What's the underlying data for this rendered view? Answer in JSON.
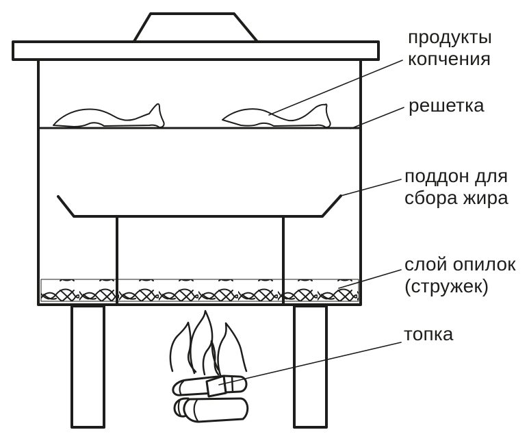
{
  "figure": {
    "kind": "line-diagram",
    "subject": "smokehouse-cross-section",
    "background_color": "#ffffff",
    "line_color": "#1d1d1b",
    "labels": {
      "products": "продукты\nкопчения",
      "grate": "решетка",
      "drip_tray": "поддон для\nсбора жира",
      "sawdust": "слой опилок\n(стружек)",
      "firebox": "топка"
    }
  }
}
